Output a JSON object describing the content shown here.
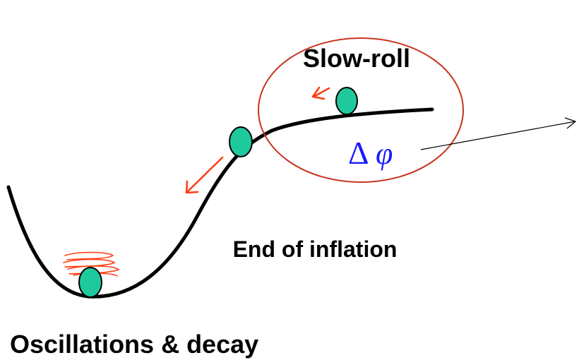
{
  "labels": {
    "slow_roll": "Slow-roll",
    "end_of_inflation": "End of inflation",
    "oscillations": "Oscillations & decay",
    "delta_symbol": "Δ",
    "phi_symbol": "φ"
  },
  "colors": {
    "curve": "#000000",
    "ball_fill": "#1fc99e",
    "ball_stroke": "#000000",
    "motion_arrow": "#ff3b12",
    "circle": "#c8341f",
    "delta_phi": "#1a1aff",
    "pointer": "#000000",
    "oscillation_scribble": "#ff3b12"
  }
}
